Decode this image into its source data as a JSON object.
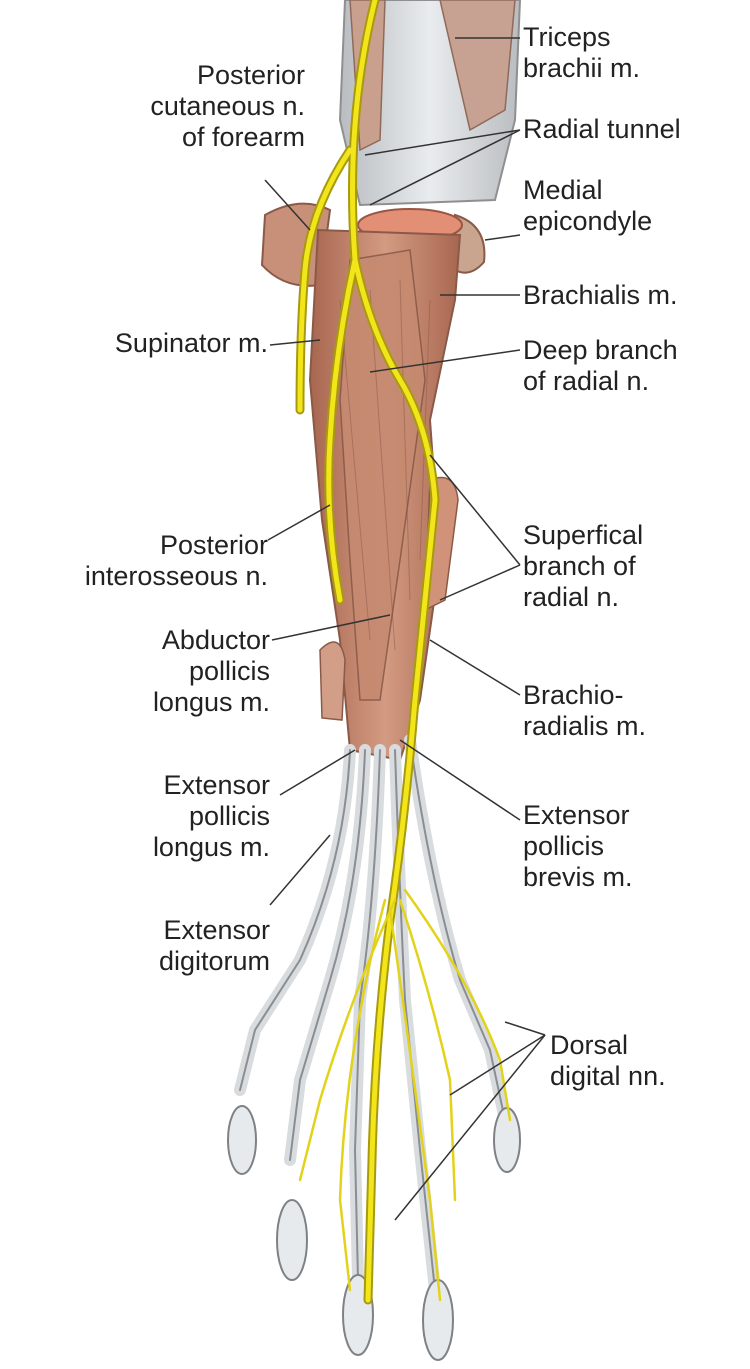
{
  "labels": {
    "triceps": [
      "Triceps",
      "brachii m."
    ],
    "posterior_cutaneous": [
      "Posterior",
      "cutaneous n.",
      "of forearm"
    ],
    "radial_tunnel": [
      "Radial tunnel"
    ],
    "medial_epicondyle": [
      "Medial",
      "epicondyle"
    ],
    "brachialis": [
      "Brachialis m."
    ],
    "supinator": [
      "Supinator m."
    ],
    "deep_branch": [
      "Deep branch",
      "of radial n."
    ],
    "posterior_interosseous": [
      "Posterior",
      "interosseous n."
    ],
    "superficial_branch": [
      "Superfical",
      "branch of",
      "radial n."
    ],
    "abductor": [
      "Abductor",
      "pollicis",
      "longus m."
    ],
    "brachioradialis": [
      "Brachio-",
      "radialis m."
    ],
    "extensor_pollicis_longus": [
      "Extensor",
      "pollicis",
      "longus m."
    ],
    "extensor_pollicis_brevis": [
      "Extensor",
      "pollicis",
      "brevis m."
    ],
    "extensor_digitorum": [
      "Extensor",
      "digitorum"
    ],
    "dorsal_digital": [
      "Dorsal",
      "digital nn."
    ]
  },
  "colors": {
    "muscle": "#c98f77",
    "muscle_dark": "#a8664f",
    "tendon": "#d9dde0",
    "bone": "#e8e8e8",
    "nerve": "#f2e51a",
    "nerve_outline": "#a89a10",
    "leader": "#333333"
  }
}
